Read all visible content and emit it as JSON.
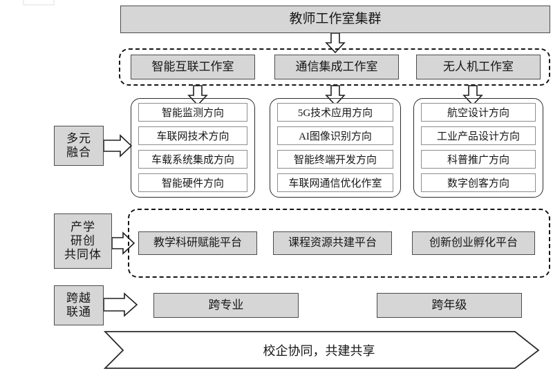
{
  "diagram": {
    "title_banner": "教师工作室集群",
    "workshops": [
      {
        "name": "智能互联工作室"
      },
      {
        "name": "通信集成工作室"
      },
      {
        "name": "无人机工作室"
      }
    ],
    "direction_columns": [
      {
        "workshop": "智能互联工作室",
        "directions": [
          "智能监测方向",
          "车联网技术方向",
          "车载系统集成方向",
          "智能硬件方向"
        ]
      },
      {
        "workshop": "通信集成工作室",
        "directions": [
          "5G技术应用方向",
          "AI图像识别方向",
          "智能终端开发方向",
          "车联网通信优化作室"
        ]
      },
      {
        "workshop": "无人机工作室",
        "directions": [
          "航空设计方向",
          "工业产品设计方向",
          "科普推广方向",
          "数字创客方向"
        ]
      }
    ],
    "side_labels": [
      {
        "id": "duoyuan-ronghe",
        "lines": [
          "多元",
          "融合"
        ]
      },
      {
        "id": "chanxueyanchuang",
        "lines": [
          "产学",
          "研创",
          "共同体"
        ]
      },
      {
        "id": "kuayue-liantong",
        "lines": [
          "跨越",
          "联通"
        ]
      }
    ],
    "platforms": [
      "教学科研赋能平台",
      "课程资源共建平台",
      "创新创业孵化平台"
    ],
    "cross_items": [
      "跨专业",
      "跨年级"
    ],
    "footer_banner": "校企协同，共建共享",
    "colors": {
      "fill_gray": "#d6d6d6",
      "border_dark": "#4a4a4a",
      "border_light": "#8d8d8d",
      "dashed": "#141414",
      "text": "#161616"
    }
  }
}
